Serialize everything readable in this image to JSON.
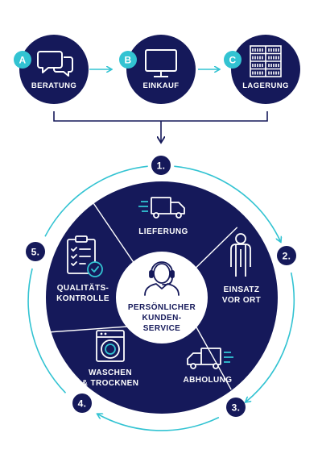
{
  "colors": {
    "navy": "#15195a",
    "accent": "#32c3d2",
    "divider": "#ffffff"
  },
  "top_steps": [
    {
      "badge": "A",
      "label": "BERATUNG",
      "icon": "chat-bubbles-icon"
    },
    {
      "badge": "B",
      "label": "EINKAUF",
      "icon": "monitor-icon"
    },
    {
      "badge": "C",
      "label": "LAGERUNG",
      "icon": "shelving-icon"
    }
  ],
  "cycle": {
    "center_lines": [
      "PERSÖNLICHER",
      "KUNDEN-",
      "SERVICE"
    ],
    "center_icon": "headset-agent-icon",
    "segments": [
      {
        "number": "1.",
        "lines": [
          "LIEFERUNG"
        ],
        "icon": "delivery-truck-icon"
      },
      {
        "number": "2.",
        "lines": [
          "EINSATZ",
          "VOR ORT"
        ],
        "icon": "uniformed-staff-icon"
      },
      {
        "number": "3.",
        "lines": [
          "ABHOLUNG"
        ],
        "icon": "pickup-truck-icon"
      },
      {
        "number": "4.",
        "lines": [
          "WASCHEN",
          "& TROCKNEN"
        ],
        "icon": "washing-machine-icon"
      },
      {
        "number": "5.",
        "lines": [
          "QUALITÄTS-",
          "KONTROLLE"
        ],
        "icon": "checklist-clipboard-icon"
      }
    ]
  }
}
